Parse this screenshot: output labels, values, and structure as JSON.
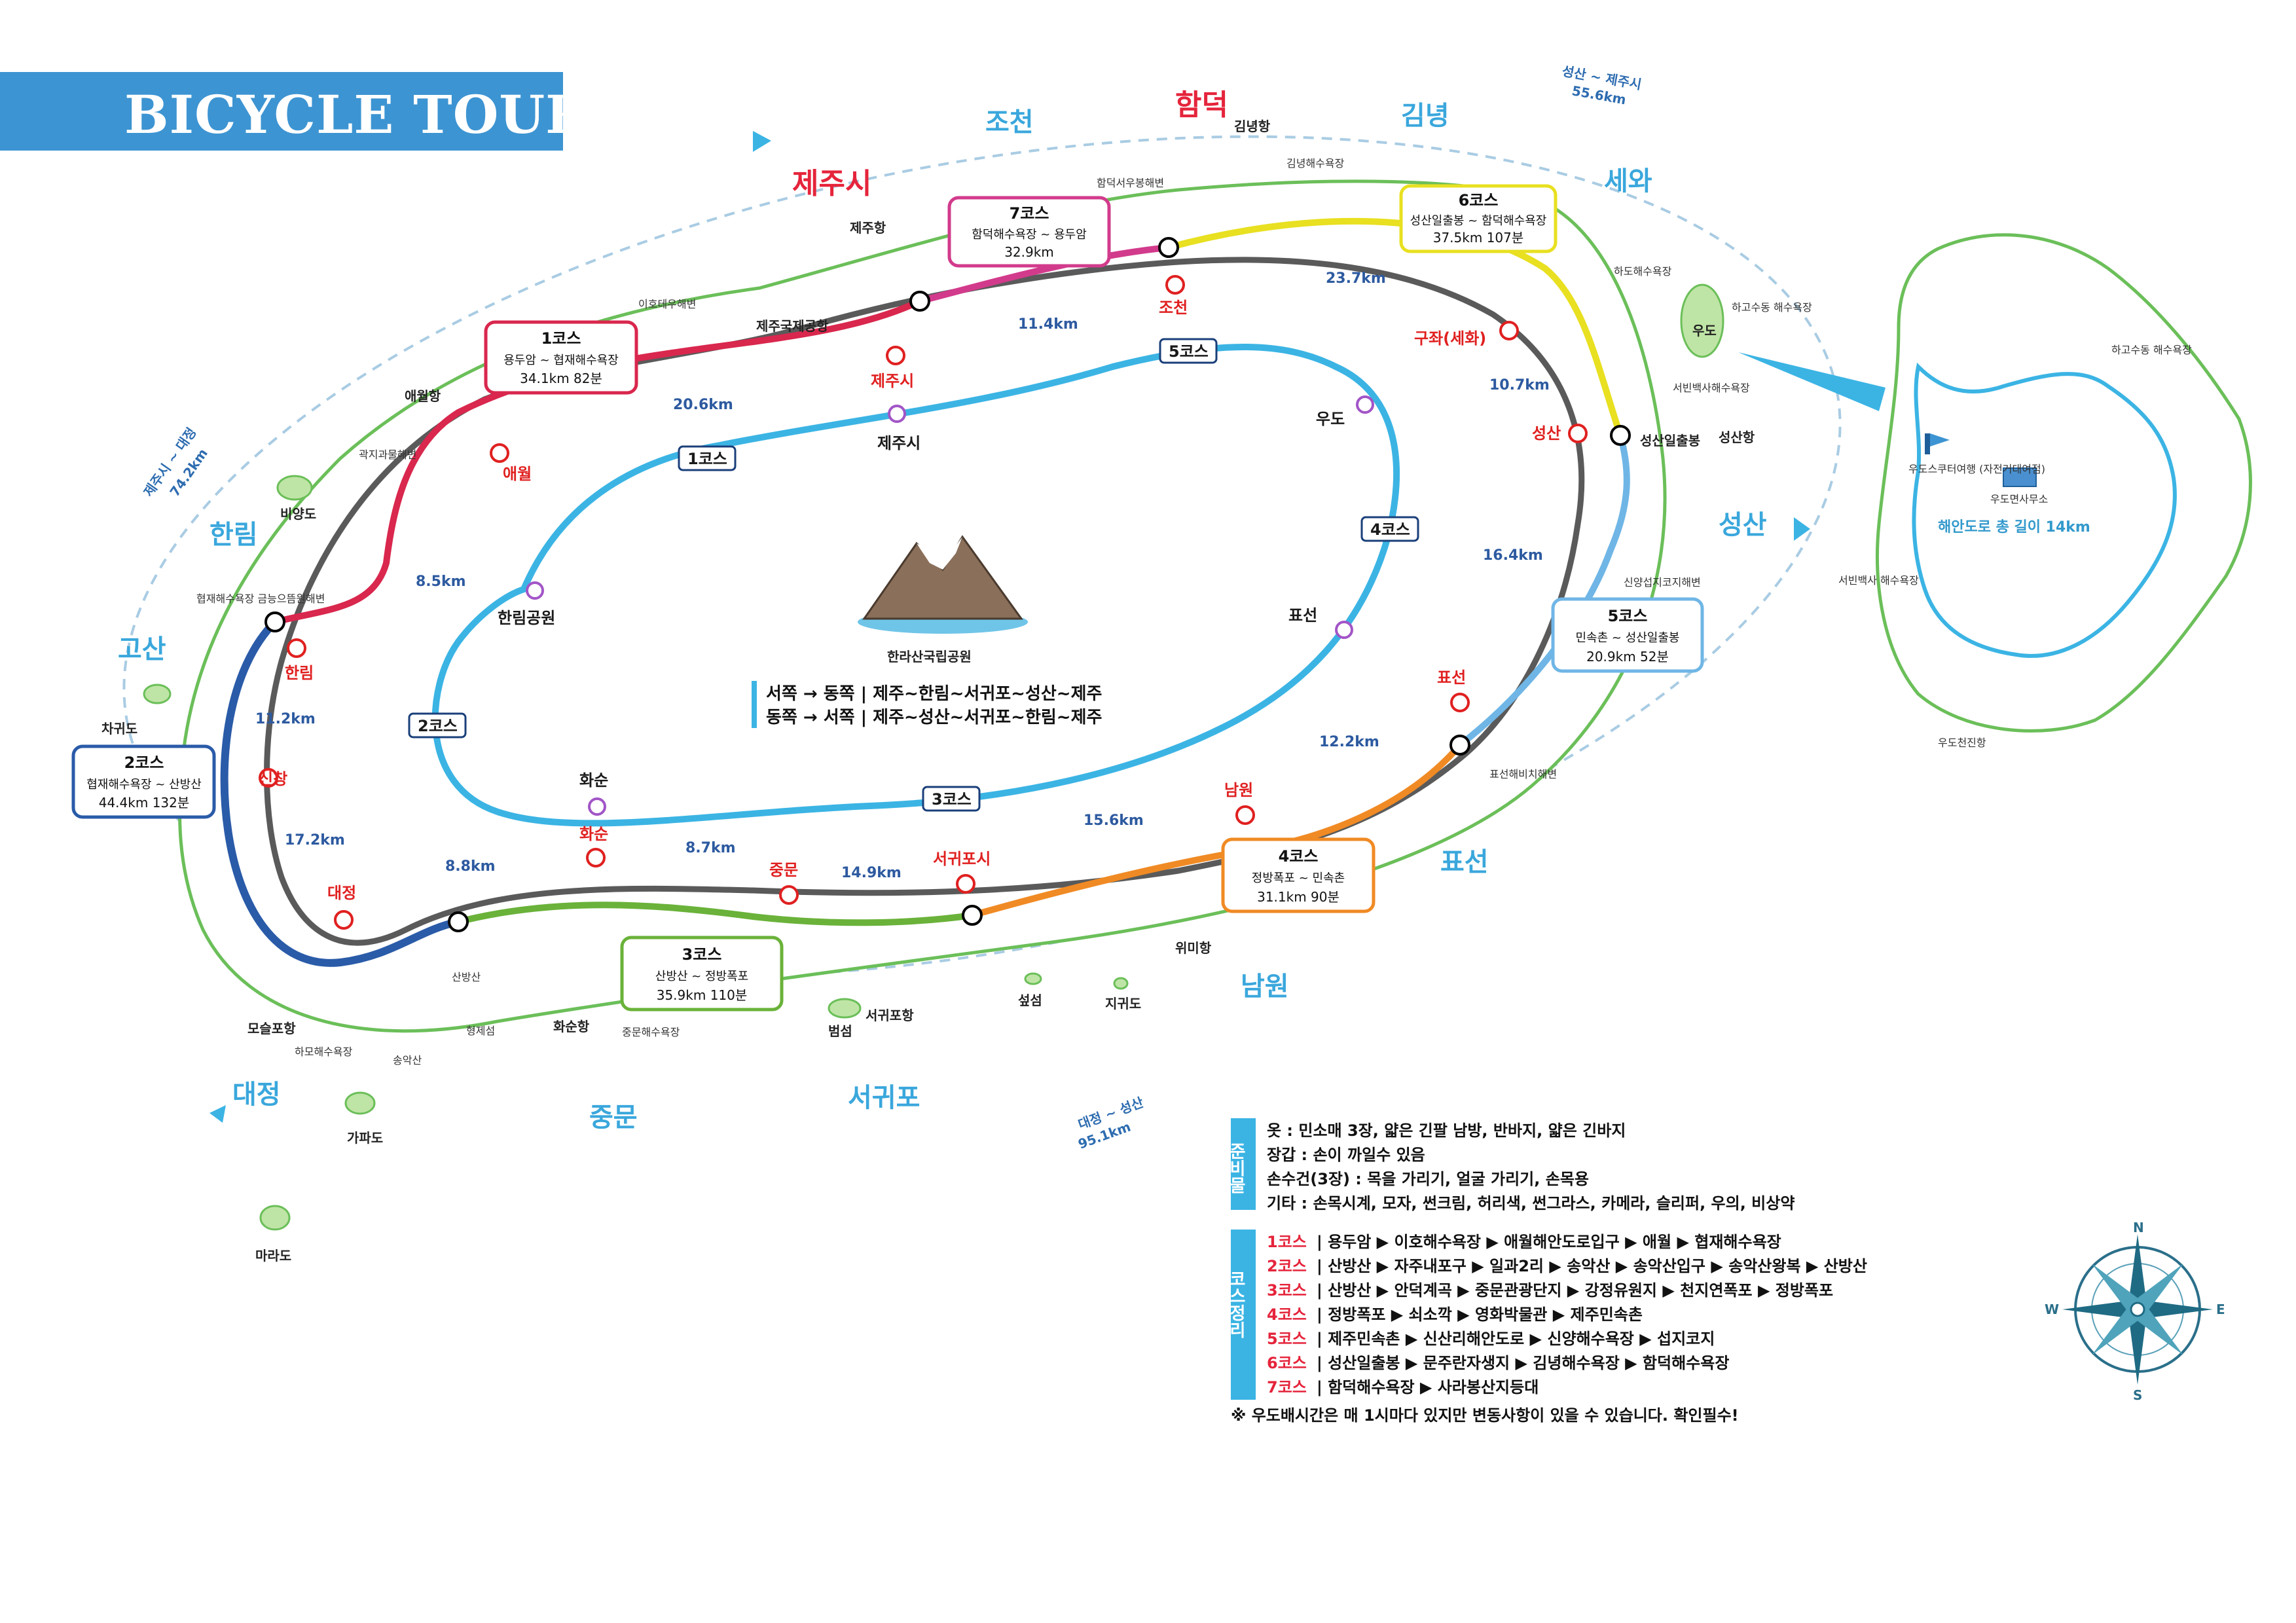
{
  "title": "BICYCLE TOUR",
  "regions": {
    "jocheon": "조천",
    "hamdeok": "함덕",
    "gimnyeong": "김녕",
    "sehwa": "세와",
    "jeju_city": "제주시",
    "hallim": "한림",
    "gosan": "고산",
    "seongsan": "성산",
    "pyoseon": "표선",
    "namwon": "남원",
    "seogwipo": "서귀포",
    "jungmun": "중문",
    "daejeong": "대정"
  },
  "totals": {
    "seongsan_jejusi": "성산 ~ 제주시",
    "seongsan_jejusi_km": "55.6km",
    "jejusi_daejeong": "제주시 ~ 대정",
    "jejusi_daejeong_km": "74.2km",
    "daejeong_seongsan": "대정 ~ 성산",
    "daejeong_seongsan_km": "95.1km"
  },
  "cities": {
    "jeju": "제주시",
    "jocheon": "조천",
    "gujwa": "구좌(세화)",
    "seongsan": "성산",
    "pyoseon": "표선",
    "namwon": "남원",
    "seogwipo": "서귀포시",
    "jungmun": "중문",
    "hwasun": "화순",
    "daejeong": "대정",
    "sinchang": "신창",
    "hallim": "한림",
    "aewol": "애월"
  },
  "distances": {
    "d1": "11.4km",
    "d2": "23.7km",
    "d3": "10.7km",
    "d4": "16.4km",
    "d5": "12.2km",
    "d6": "15.6km",
    "d7": "14.9km",
    "d8": "8.7km",
    "d9": "8.8km",
    "d10": "17.2km",
    "d11": "11.2km",
    "d12": "8.5km",
    "d13": "20.6km"
  },
  "inner": {
    "c1": "1코스",
    "c2": "2코스",
    "c3": "3코스",
    "c4": "4코스",
    "c5": "5코스",
    "jejusi": "제주시",
    "udo": "우도",
    "hallim_park": "한림공원",
    "pyoseon": "표선",
    "hwasun": "화순"
  },
  "hallasan": "한라산국립공원",
  "directions": {
    "west": "서쪽 → 동쪽 | 제주~한림~서귀포~성산~제주",
    "east": "동쪽 → 서쪽 | 제주~성산~서귀포~한림~제주"
  },
  "course_boxes": [
    {
      "num": "1코스",
      "route": "용두암 ~ 협재해수욕장",
      "dist": "34.1km 82분",
      "color": "#d9274d"
    },
    {
      "num": "2코스",
      "route": "협재해수욕장 ~ 산방산",
      "dist": "44.4km 132분",
      "color": "#2a5ba8"
    },
    {
      "num": "3코스",
      "route": "산방산 ~ 정방폭포",
      "dist": "35.9km 110분",
      "color": "#6ab23a"
    },
    {
      "num": "4코스",
      "route": "정방폭포 ~ 민속촌",
      "dist": "31.1km 90분",
      "color": "#f08a24"
    },
    {
      "num": "5코스",
      "route": "민속촌 ~ 성산일출봉",
      "dist": "20.9km 52분",
      "color": "#6fb6e6"
    },
    {
      "num": "6코스",
      "route": "성산일출봉 ~ 함덕해수욕장",
      "dist": "37.5km 107분",
      "color": "#e8e020"
    },
    {
      "num": "7코스",
      "route": "함덕해수욕장 ~ 용두암",
      "dist": "32.9km",
      "color": "#d23b8c"
    }
  ],
  "pois": {
    "jeju_port": "제주항",
    "airport": "제주국제공항",
    "iho": "이호테우해변",
    "aewol_port": "애월항",
    "gwakji": "곽지과물해변",
    "biyangdo": "비양도",
    "hyeopjae": "협재해수욕장\n금능으뜸원해변",
    "chagwido": "차귀도",
    "moseulpo": "모슬포항",
    "hamo": "하모해수욕장",
    "songaksan": "송악산",
    "sanbangsan": "산방산",
    "hyeongjeseom": "형제섬",
    "hwasun_port": "화순항",
    "jungmun_beach": "중문해수욕장",
    "beomseom": "범섬",
    "seogwipo_port": "서귀포항",
    "seopseom": "섶섬",
    "jigwido": "지귀도",
    "wimi_port": "위미항",
    "pyoseon_beach": "표선해비치해변",
    "sinyang": "신양섭지코지해변",
    "seongsan_ilchulbong": "성산일출봉",
    "seongsan_port": "성산항",
    "sehwa_beach": "하도해수욕장",
    "udo": "우도",
    "gimnyeong_port": "김녕항",
    "gimnyeong_beach": "김녕해수욕장",
    "hamdeok_beach": "함덕서우봉해변",
    "gapado": "가파도",
    "marado": "마라도",
    "udo_beach": "하고수동\n해수욕장",
    "seobin": "서빈백사해수욕장"
  },
  "udo_map": {
    "title": "해안도로 총 길이 14km",
    "tour": "우도스쿠터여행\n(자전거대여점)",
    "office": "우도면사무소",
    "port": "우도천진항",
    "beach_ne": "하고수동\n해수욕장",
    "beach_w": "서빈백사\n해수욕장"
  },
  "prep": {
    "label": "준비물",
    "lines": [
      "옷 : 민소매 3장, 얇은 긴팔 남방, 반바지, 얇은 긴바지",
      "장갑 : 손이 까일수 있음",
      "손수건(3장) : 목을 가리기, 얼굴 가리기, 손목용",
      "기타 : 손목시계, 모자, 썬크림, 허리색, 썬그라스, 카메라, 슬리퍼, 우의, 비상약"
    ]
  },
  "course_summary": {
    "label": "코스정리",
    "lines": [
      {
        "no": "1코스",
        "text": "| 용두암 ▶ 이호해수욕장 ▶ 애월해안도로입구 ▶ 애월 ▶ 협재해수욕장"
      },
      {
        "no": "2코스",
        "text": "| 산방산 ▶ 자주내포구 ▶ 일과2리 ▶ 송악산 ▶ 송악산입구 ▶ 송악산왕복 ▶ 산방산"
      },
      {
        "no": "3코스",
        "text": "| 산방산 ▶ 안덕계곡 ▶ 중문관광단지 ▶ 강정유원지 ▶ 천지연폭포 ▶ 정방폭포"
      },
      {
        "no": "4코스",
        "text": "| 정방폭포 ▶ 쇠소깍 ▶ 영화박물관 ▶ 제주민속촌"
      },
      {
        "no": "5코스",
        "text": "| 제주민속촌 ▶ 신산리해안도로 ▶ 신양해수욕장 ▶ 섭지코지"
      },
      {
        "no": "6코스",
        "text": "| 성산일출봉 ▶ 문주란자생지 ▶ 김녕해수욕장 ▶ 함덕해수욕장"
      },
      {
        "no": "7코스",
        "text": "| 함덕해수욕장 ▶ 사라봉산지등대"
      }
    ],
    "note": "※ 우도배시간은 매 1시마다 있지만 변동사항이 있을 수 있습니다. 확인필수!"
  },
  "compass": {
    "n": "N",
    "s": "S",
    "e": "E",
    "w": "W"
  },
  "colors": {
    "banner": "#3d94d2",
    "c1": "#d9274d",
    "c2": "#2a5ba8",
    "c3": "#6ab23a",
    "c4": "#f08a24",
    "c5": "#6fb6e6",
    "c6": "#e8e020",
    "c7": "#d23b8c",
    "inner_loop": "#3bb4e4",
    "gray_loop": "#555555",
    "coast": "#4caf50",
    "city_red": "#e02020",
    "region_blue": "#3aa7dc"
  }
}
